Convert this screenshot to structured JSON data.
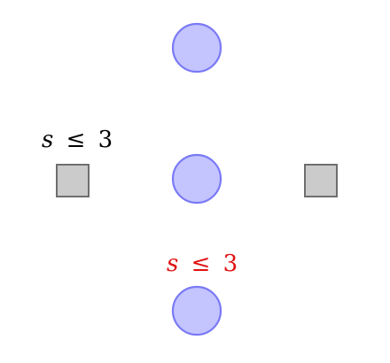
{
  "colors": {
    "circle_fill": "#c4c4ff",
    "circle_stroke": "#7a7af5",
    "square_fill": "#cbcbcb",
    "square_stroke": "#6e6e6e",
    "label_black": "#000000",
    "label_red": "#e01010"
  },
  "nodes": {
    "circle_top": {
      "shape": "circle"
    },
    "circle_middle": {
      "shape": "circle"
    },
    "circle_bottom": {
      "shape": "circle"
    },
    "square_left": {
      "shape": "square"
    },
    "square_right": {
      "shape": "square"
    }
  },
  "labels": {
    "left": {
      "variable": "s",
      "relation": "≤",
      "value": "3",
      "color": "#000000"
    },
    "bottom": {
      "variable": "s",
      "relation": "≤",
      "value": "3",
      "color": "#e01010"
    }
  }
}
